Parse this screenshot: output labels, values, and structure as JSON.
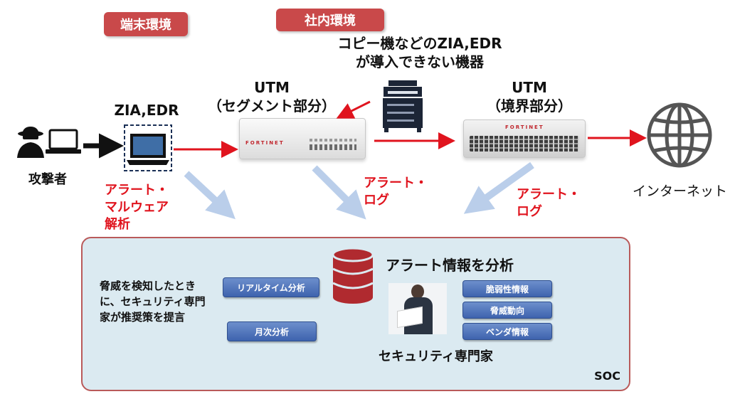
{
  "tags": {
    "endpoint_env": "端末環境",
    "internal_env": "社内環境"
  },
  "labels": {
    "attacker": "攻撃者",
    "zia_edr": "ZIA,EDR",
    "copier_line1": "コピー機などのZIA,EDR",
    "copier_line2": "が導入できない機器",
    "utm_segment_title": "UTM",
    "utm_segment_sub": "（セグメント部分）",
    "utm_border_title": "UTM",
    "utm_border_sub": "（境界部分）",
    "internet": "インターネット",
    "alert_malware_line1": "アラート・",
    "alert_malware_line2": "マルウェア",
    "alert_malware_line3": "解析",
    "alert_log1_line1": "アラート・",
    "alert_log1_line2": "ログ",
    "alert_log2_line1": "アラート・",
    "alert_log2_line2": "ログ",
    "brand": "FORTINET"
  },
  "soc": {
    "name": "SOC",
    "analysis_title": "アラート情報を分析",
    "desc_line1": "脅威を検知したとき",
    "desc_line2": "に、セキュリティ専門",
    "desc_line3": "家が推奨策を提言",
    "realtime_button": "リアルタイム分析",
    "monthly_button": "月次分析",
    "vuln_button": "脆弱性情報",
    "threat_button": "脅威動向",
    "vendor_button": "ベンダ情報",
    "expert_label": "セキュリティ専門家"
  },
  "colors": {
    "tag_bg": "#c9494a",
    "alert_red": "#e0141e",
    "soc_bg": "#dbeaf1",
    "pill_blue": "#4a6fb5",
    "arrow_blue": "#a9c3e6",
    "db_red": "#b02a2f"
  }
}
